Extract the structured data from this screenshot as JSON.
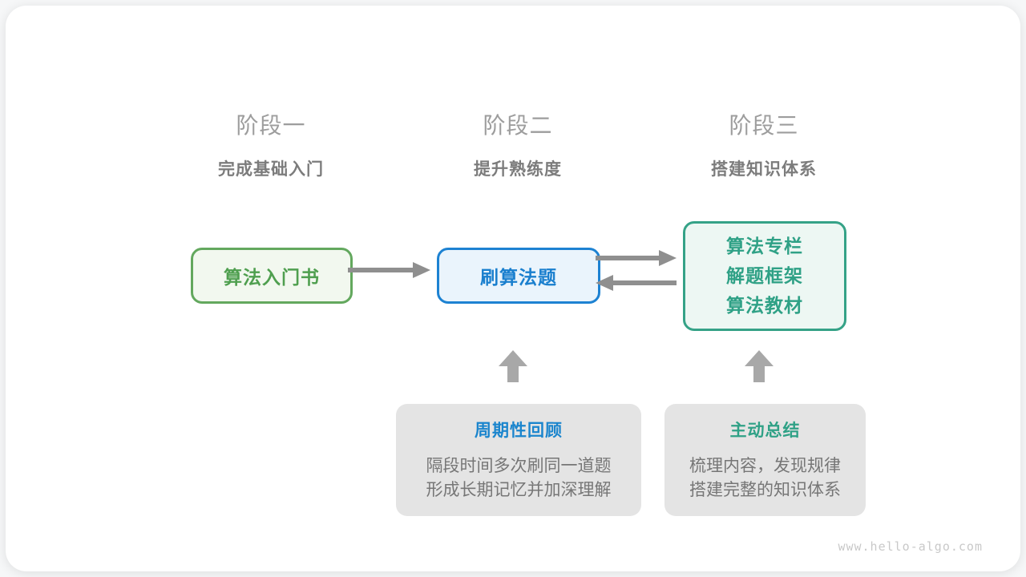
{
  "stages": [
    {
      "label": "阶段一",
      "subtitle": "完成基础入门"
    },
    {
      "label": "阶段二",
      "subtitle": "提升熟练度"
    },
    {
      "label": "阶段三",
      "subtitle": "搭建知识体系"
    }
  ],
  "flow": {
    "stage1_box": "算法入门书",
    "stage2_box": "刷算法题",
    "stage3_box_lines": [
      "算法专栏",
      "解题框架",
      "算法教材"
    ]
  },
  "notes": [
    {
      "title": "周期性回顾",
      "lines": [
        "隔段时间多次刷同一道题",
        "形成长期记忆并加深理解"
      ]
    },
    {
      "title": "主动总结",
      "lines": [
        "梳理内容，发现规律",
        "搭建完整的知识体系"
      ]
    }
  ],
  "watermark": "www.hello-algo.com",
  "colors": {
    "green_border": "#63a85e",
    "green_text": "#4f9f4f",
    "blue_border": "#1d82d2",
    "blue_text": "#1a7fce",
    "teal_border": "#35a287",
    "teal_text": "#2fa186",
    "note_bg": "#e4e4e4",
    "arrow_gray": "#8f8f8f",
    "block_arrow_gray": "#a8a8a8"
  }
}
